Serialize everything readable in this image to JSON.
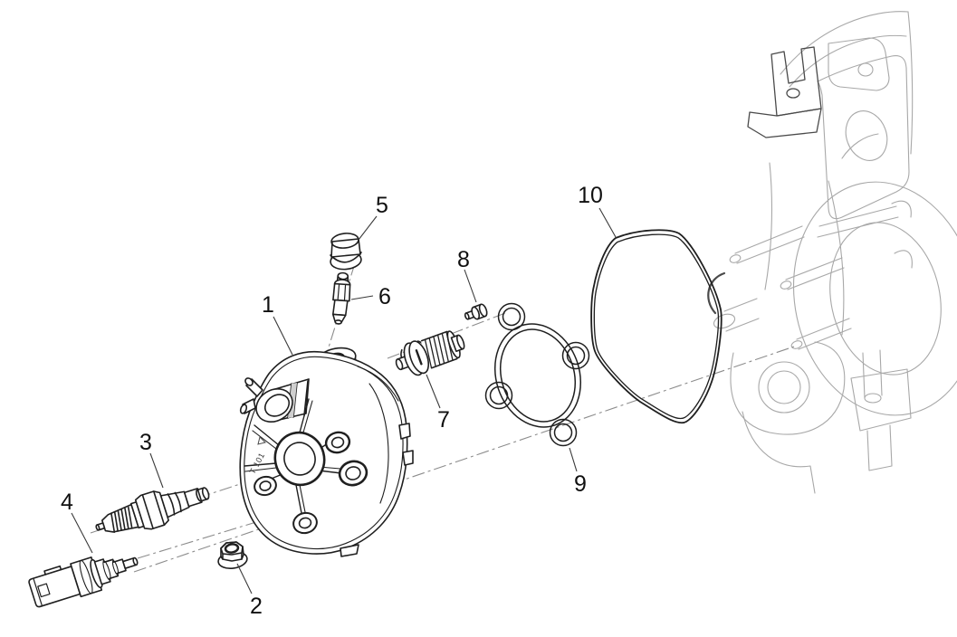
{
  "diagram": {
    "type": "exploded-parts-diagram",
    "background_color": "#ffffff",
    "part_line_color": "#1f1f1f",
    "engine_line_color": "#a8a8a8",
    "axis_line_color": "#8c8c8c",
    "label_color": "#101010",
    "cover_marking": "T 101",
    "callouts": [
      {
        "label": "1"
      },
      {
        "label": "2"
      },
      {
        "label": "3"
      },
      {
        "label": "4"
      },
      {
        "label": "5"
      },
      {
        "label": "6"
      },
      {
        "label": "7"
      },
      {
        "label": "8"
      },
      {
        "label": "9"
      },
      {
        "label": "10"
      }
    ]
  }
}
